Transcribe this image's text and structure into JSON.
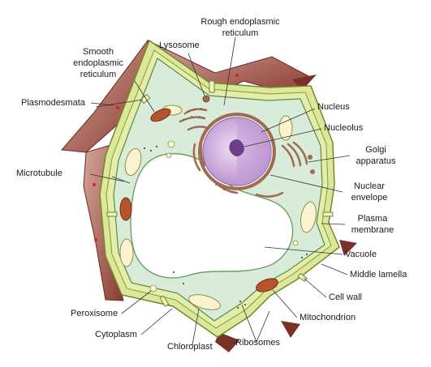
{
  "labels": {
    "rough_er": [
      "Rough endoplasmic",
      "reticulum"
    ],
    "lysosome": "Lysosome",
    "smooth_er": [
      "Smooth",
      "endoplasmic",
      "reticulum"
    ],
    "plasmodesmata": "Plasmodesmata",
    "nucleus": "Nucleus",
    "nucleolus": "Nucleolus",
    "golgi": [
      "Golgi",
      "apparatus"
    ],
    "microtubule": "Microtubule",
    "nuclear_envelope": [
      "Nuclear",
      "envelope"
    ],
    "plasma_membrane": [
      "Plasma",
      "membrane"
    ],
    "vacuole": "Vacuole",
    "middle_lamella": "Middle lamella",
    "cell_wall": "Cell wall",
    "peroxisome": "Peroxisome",
    "mitochondrion": "Mitochondrion",
    "cytoplasm": "Cytoplasm",
    "chloroplast": "Chloroplast",
    "ribosomes": "Ribosomes"
  },
  "colors": {
    "wall_green": "#dce79a",
    "wall_outline": "#6f8a2a",
    "neighbor_cell": "#b56a5e",
    "neighbor_cell_dark": "#7a2f27",
    "cytoplasm": "#d9ecd9",
    "vacuole": "#ffffff",
    "nucleus": "#d9b6e6",
    "nucleolus": "#6b3f86",
    "chloroplast": "#fbf3cf",
    "mitochondrion": "#b5552f",
    "organelle_brown": "#a06b52",
    "leader_line": "#333333"
  }
}
